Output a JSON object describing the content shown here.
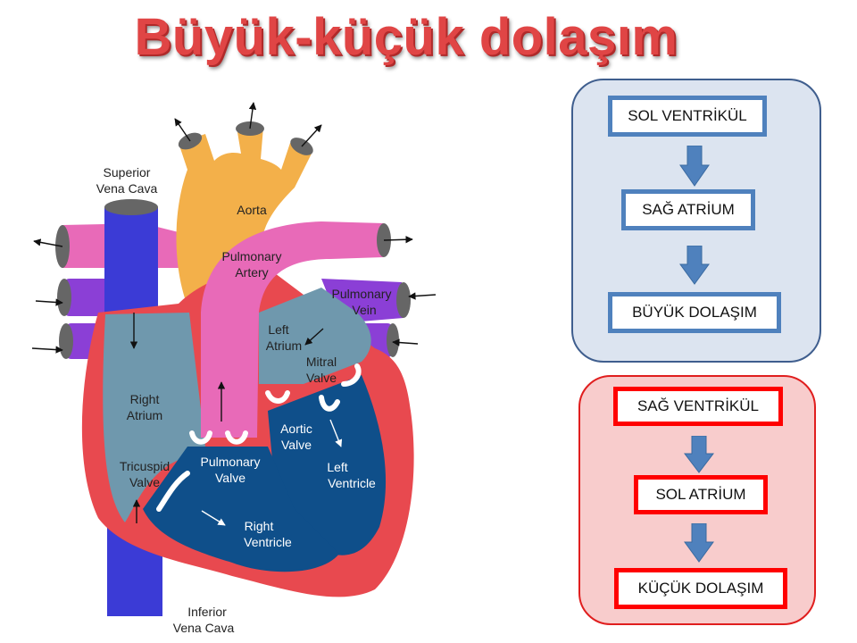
{
  "title": "Büyük-küçük dolaşım",
  "heart_labels": {
    "superior_vena_cava": [
      "Superior",
      "Vena Cava"
    ],
    "aorta": "Aorta",
    "pulmonary_artery": [
      "Pulmonary",
      "Artery"
    ],
    "pulmonary_vein": [
      "Pulmonary",
      "Vein"
    ],
    "left_atrium": [
      "Left",
      "Atrium"
    ],
    "mitral_valve": [
      "Mitral",
      "Valve"
    ],
    "right_atrium": [
      "Right",
      "Atrium"
    ],
    "aortic_valve": [
      "Aortic",
      "Valve"
    ],
    "tricuspid_valve": [
      "Tricuspid",
      "Valve"
    ],
    "pulmonary_valve": [
      "Pulmonary",
      "Valve"
    ],
    "left_ventricle": [
      "Left",
      "Ventricle"
    ],
    "right_ventricle": [
      "Right",
      "Ventricle"
    ],
    "inferior_vena_cava": [
      "Inferior",
      "Vena Cava"
    ]
  },
  "systemic_flow": [
    "SOL VENTRİKÜL",
    "SAĞ ATRİUM",
    "BÜYÜK DOLAŞIM"
  ],
  "pulmonary_flow": [
    "SAĞ VENTRİKÜL",
    "SOL ATRİUM",
    "KÜÇÜK DOLAŞIM"
  ],
  "colors": {
    "title": "#e04545",
    "systemic_panel": "#dce4f0",
    "systemic_border": "#4f81bd",
    "pulmonary_panel": "#f8cccc",
    "pulmonary_border": "#ff0000",
    "arrow": "#4f81bd"
  }
}
